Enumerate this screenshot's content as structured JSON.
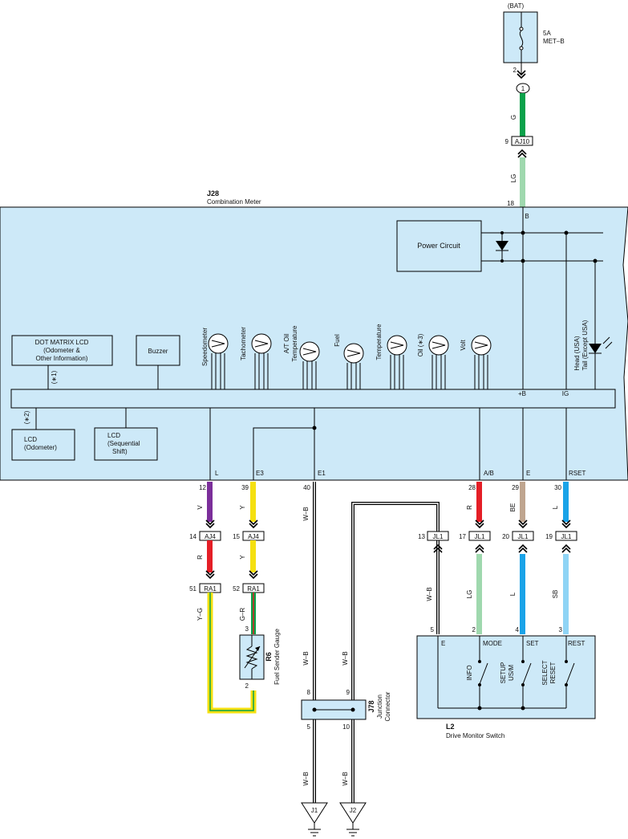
{
  "battery": {
    "bat": "(BAT)",
    "fuse_rating": "5A",
    "fuse_name": "MET–B",
    "pin": "2",
    "splice": "1"
  },
  "top_wires": {
    "g": "G",
    "lg": "LG",
    "aj10_pin": "9",
    "aj10": "AJ10",
    "meter_pin": "18",
    "b": "B"
  },
  "combination_meter": {
    "id": "J28",
    "name": "Combination Meter",
    "power_circuit": "Power Circuit",
    "dot_matrix_lines": [
      "DOT MATRIX LCD",
      "(Odometer &",
      "Other Information)"
    ],
    "buzzer": "Buzzer",
    "note1": "(∗1)",
    "note2": "(∗2)",
    "lcd_odometer_lines": [
      "LCD",
      "(Odometer)"
    ],
    "lcd_shift_lines": [
      "LCD",
      "(Sequential",
      "Shift)"
    ],
    "gauges": [
      "Speedometer",
      "Tachometer",
      "A/T Oil",
      "Temperature",
      "Fuel",
      "Temperature",
      "Oil (∗3)",
      "Volt"
    ],
    "head_tail_lines": [
      "Head (USA)",
      "Tail (Except USA)"
    ],
    "plus_b": "+B",
    "ig": "IG",
    "terminals": {
      "l": "L",
      "e3": "E3",
      "e1": "E1",
      "ab": "A/B",
      "e": "E",
      "rset": "RSET"
    }
  },
  "lower_wires": {
    "pins": [
      "12",
      "39",
      "40",
      "28",
      "29",
      "30"
    ],
    "colors": [
      "V",
      "Y",
      "W–B",
      "R",
      "BE",
      "L"
    ],
    "aj4": "AJ4",
    "aj4_pins": [
      "14",
      "15"
    ],
    "ra1": "RA1",
    "ra1_pins": [
      "51",
      "52"
    ],
    "r": "R",
    "y": "Y",
    "yg": "Y–G",
    "gr": "G–R",
    "jl1": "JL1",
    "jl1_pins": [
      "13",
      "17",
      "20",
      "19"
    ],
    "lower_colors": [
      "W–B",
      "LG",
      "L",
      "SB"
    ],
    "switch_pins": [
      "5",
      "2",
      "4",
      "3"
    ],
    "wb": "W–B"
  },
  "fuel_sender": {
    "id": "R6",
    "name": "Fuel Sender Gauge",
    "pin_top": "3",
    "pin_bottom": "2"
  },
  "junction": {
    "id": "J78",
    "name_lines": [
      "Junction",
      "Connector"
    ],
    "pins": [
      "8",
      "9",
      "5",
      "10"
    ]
  },
  "grounds": [
    "J1",
    "J2"
  ],
  "drive_monitor": {
    "id": "L2",
    "name": "Drive Monitor Switch",
    "terminals": [
      "E",
      "MODE",
      "SET",
      "REST"
    ],
    "switches": [
      "INFO",
      "SETUP",
      "US/M",
      "SELECT",
      "RESET"
    ]
  },
  "colors": {
    "panel": "#cde9f8",
    "v": "#7b2e9a",
    "y": "#f5e011",
    "r": "#e41e26",
    "g": "#0aa14a",
    "lg": "#9fd8ae",
    "be": "#bfa58f",
    "l": "#1aa3e8",
    "sb": "#8fd4f5"
  }
}
